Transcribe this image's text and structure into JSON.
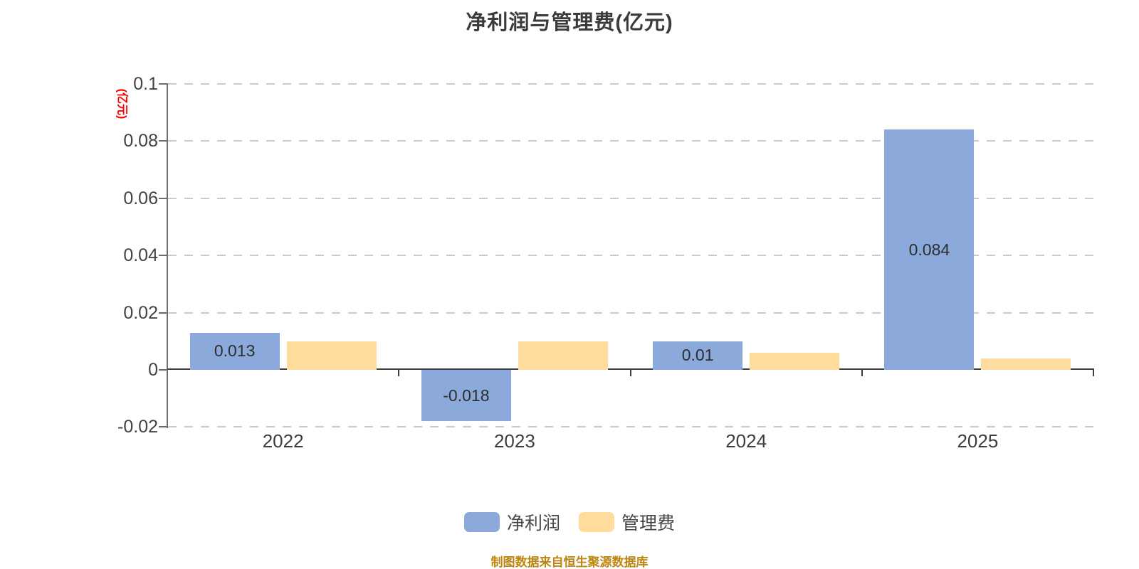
{
  "title": "净利润与管理费(亿元)",
  "y_axis_name": "(亿元)",
  "source_note": "制图数据来自恒生聚源数据库",
  "legend": {
    "items": [
      {
        "label": "净利润",
        "color": "#8ba9db"
      },
      {
        "label": "管理费",
        "color": "#ffdc9b"
      }
    ]
  },
  "colors": {
    "net_profit_bar": "#8ba9db",
    "management_fee_bar": "#ffdc9b",
    "axis_name_red": "#fe0000",
    "source_note_gold": "#bc860f",
    "gridline": "#cbcbcb",
    "axis": "#3f3f3f"
  },
  "chart_data": {
    "type": "bar",
    "title": "净利润与管理费(亿元)",
    "categories": [
      "2022",
      "2023",
      "2024",
      "2025"
    ],
    "series": [
      {
        "name": "净利润",
        "color": "#8ba9db",
        "values": [
          0.013,
          -0.018,
          0.01,
          0.084
        ],
        "data_labels": [
          "0.013",
          "-0.018",
          "0.01",
          "0.084"
        ],
        "show_labels": true
      },
      {
        "name": "管理费",
        "color": "#ffdc9b",
        "values": [
          0.01,
          0.01,
          0.006,
          0.004
        ],
        "data_labels": [],
        "show_labels": false
      }
    ],
    "ylabel": "(亿元)",
    "yticks": [
      0.1,
      0.08,
      0.06,
      0.04,
      0.02,
      0,
      -0.02
    ],
    "ylim": [
      -0.02,
      0.1
    ],
    "grid": "horizontal-dashed",
    "gridline_at_zero": false,
    "legend_position": "bottom"
  }
}
